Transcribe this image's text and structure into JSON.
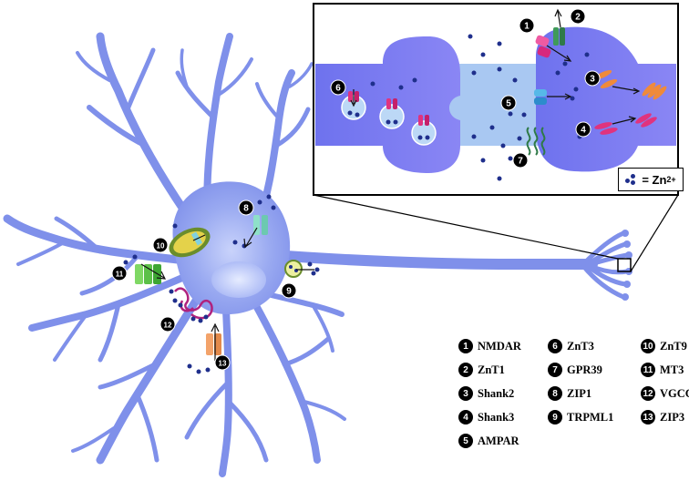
{
  "legend": [
    {
      "num": "1",
      "label": "NMDAR"
    },
    {
      "num": "2",
      "label": "ZnT1"
    },
    {
      "num": "3",
      "label": "Shank2"
    },
    {
      "num": "4",
      "label": "Shank3"
    },
    {
      "num": "5",
      "label": "AMPAR"
    },
    {
      "num": "6",
      "label": "ZnT3"
    },
    {
      "num": "7",
      "label": "GPR39"
    },
    {
      "num": "8",
      "label": "ZIP1"
    },
    {
      "num": "9",
      "label": "TRPML1"
    },
    {
      "num": "10",
      "label": "ZnT9"
    },
    {
      "num": "11",
      "label": "MT3"
    },
    {
      "num": "12",
      "label": "VGCC"
    },
    {
      "num": "13",
      "label": "ZIP3"
    }
  ],
  "zn_key": {
    "prefix": "= Zn",
    "charge": "2+"
  },
  "markers": [
    "1",
    "2",
    "3",
    "4",
    "5",
    "6",
    "7",
    "8",
    "9",
    "10",
    "11",
    "12",
    "13"
  ],
  "colors": {
    "neuron": "#8fa1ee",
    "neuron_dark": "#6f80e0",
    "synapse": "#7b7ff0",
    "cleft": "#a9c8f2",
    "zinc": "#1f2f8c"
  }
}
